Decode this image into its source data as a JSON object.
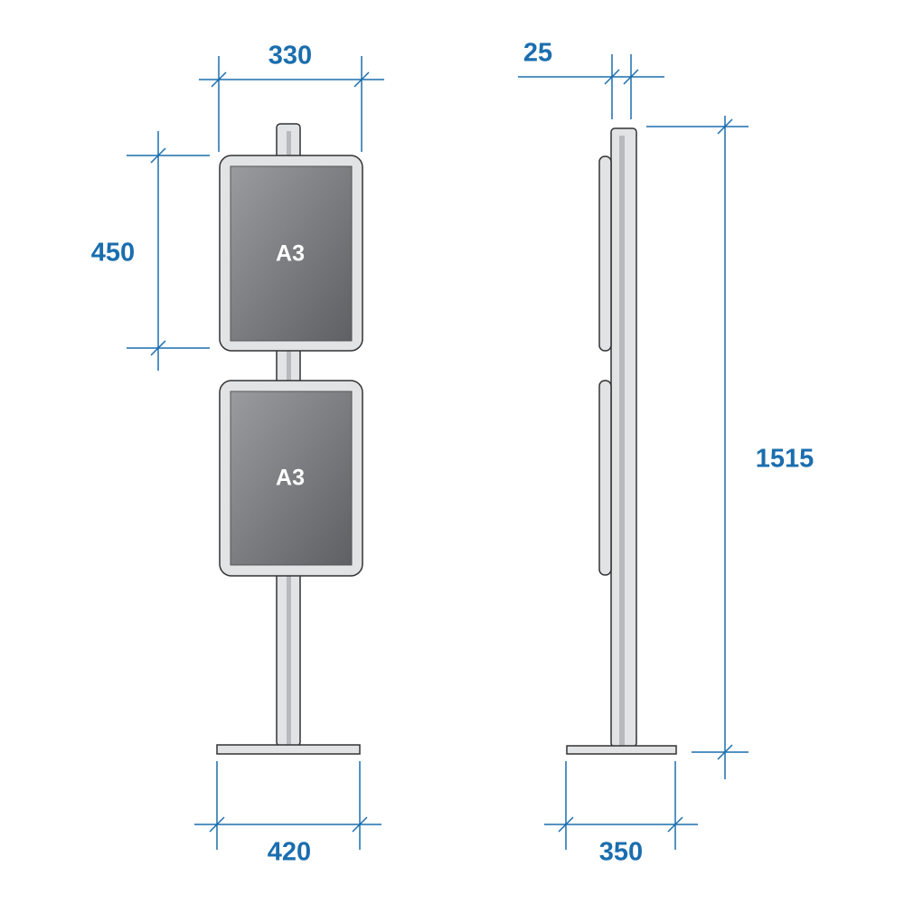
{
  "colors": {
    "dimension": "#1a6eae",
    "frame": "#e2e3e5",
    "poster": "#7a7b7e",
    "outline": "#333333"
  },
  "front_view": {
    "width_label": "330",
    "height_label": "450",
    "base_width_label": "420",
    "frames": [
      {
        "label": "A3"
      },
      {
        "label": "A3"
      }
    ]
  },
  "side_view": {
    "depth_label": "25",
    "total_height_label": "1515",
    "base_depth_label": "350"
  }
}
